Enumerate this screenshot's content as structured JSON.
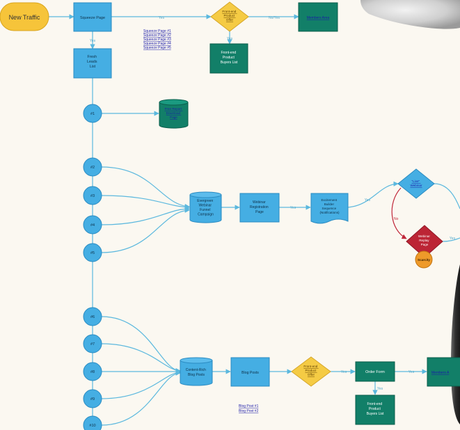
{
  "colors": {
    "canvas": "#fbf8f1",
    "connector": "#5bb8de",
    "connector_red": "#c0273a",
    "process_fill": "#45aee3",
    "process_stroke": "#2a8bc2",
    "green_fill": "#127f68",
    "green_stroke": "#0b5e4c",
    "diamond_fill": "#f5cb44",
    "start_fill": "#f6c43a",
    "red_fill": "#bc2535",
    "orange_fill": "#ee9a2a",
    "link": "#1a1aa8",
    "edge_label": "#55aacc"
  },
  "nodes": {
    "new_traffic": "New Traffic",
    "squeeze_page": "Squeeze Page",
    "frontend_offer_top": [
      "Front-end",
      "Product",
      "Offer"
    ],
    "members_area_top": "Members Area",
    "frontend_buyers_top": [
      "Front-end",
      "Product",
      "Buyers List"
    ],
    "fresh_leads": [
      "Fresh",
      "Leads",
      "List"
    ],
    "step_1": "#1",
    "free_report": [
      "Free Report",
      "Download",
      "Page"
    ],
    "step_2": "#2",
    "step_3": "#3",
    "step_4": "#4",
    "step_5": "#5",
    "evergreen_webinar": [
      "Evergreen",
      "Webinar",
      "Funnel",
      "Campaign"
    ],
    "webinar_registration": [
      "Webinar",
      "Registration",
      "Page"
    ],
    "excitement_builder": [
      "Excitement",
      "Builder",
      "Sequence",
      "(Notifications)"
    ],
    "live_webinar": [
      "\"Live\"",
      "Webinar"
    ],
    "webinar_replay": [
      "Webinar",
      "Replay",
      "Page"
    ],
    "scarcity": "Scarcity",
    "step_6": "#6",
    "step_7": "#7",
    "step_8": "#8",
    "step_9": "#9",
    "step_10": "#10",
    "content_blog": [
      "Content-Rich",
      "Blog Posts"
    ],
    "blog_posts": "Blog Posts",
    "frontend_offer_bottom": [
      "Front-end",
      "Product",
      "Offer"
    ],
    "order_form": "Order Form",
    "members_area_bottom": "Members A",
    "frontend_buyers_bottom": [
      "Front-end",
      "Product",
      "Buyers List"
    ]
  },
  "squeeze_links": [
    "Squeeze Page #1",
    "Squeeze Page #2",
    "Squeeze Page #3",
    "Squeeze Page #4",
    "Squeeze Page #5"
  ],
  "blog_links": [
    "Blog Post #1",
    "Blog Post #2"
  ],
  "edge_labels": {
    "yes": "Yes",
    "no_yes": "No/Yes",
    "no": "No"
  }
}
